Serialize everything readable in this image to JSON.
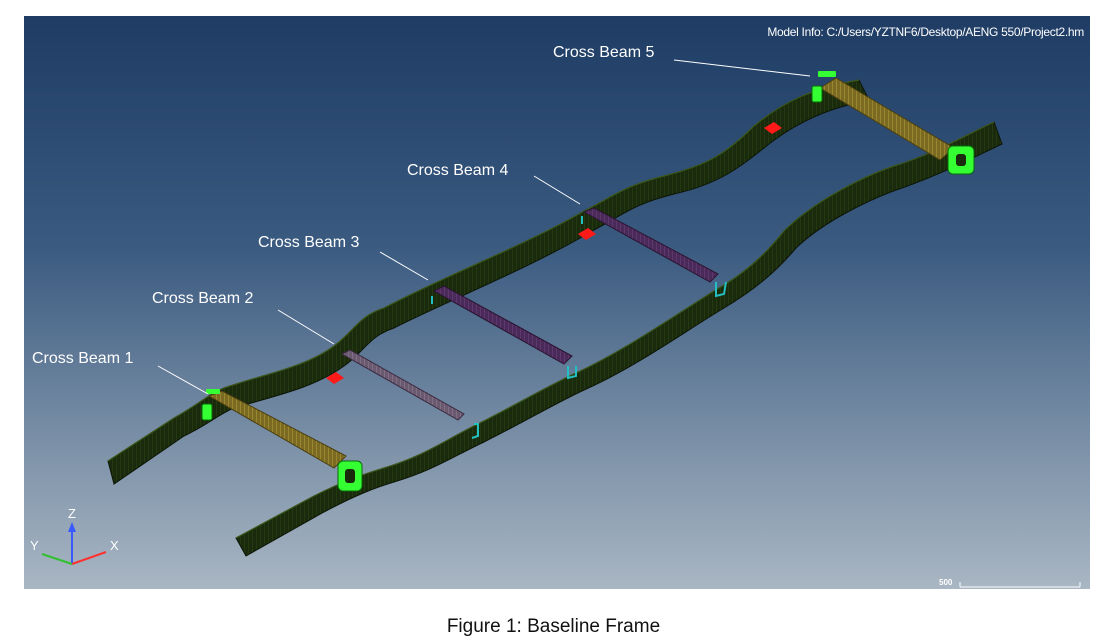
{
  "viewport": {
    "model_info": "Model Info: C:/Users/YZTNF6/Desktop/AENG 550/Project2.hm",
    "scale_label": "500",
    "axes": {
      "x": "X",
      "y": "Y",
      "z": "Z"
    }
  },
  "callouts": [
    {
      "label": "Cross Beam 1"
    },
    {
      "label": "Cross Beam 2"
    },
    {
      "label": "Cross Beam 3"
    },
    {
      "label": "Cross Beam 4"
    },
    {
      "label": "Cross Beam 5"
    }
  ],
  "caption": "Figure 1: Baseline Frame",
  "colors": {
    "rail": "#1a2a0c",
    "beam_outer": "#8a7a2a",
    "beam_middle": "#6e5a78",
    "beam_center": "#5a3a68",
    "bracket": "#33ff33",
    "marker": "#ff1a1a",
    "clip": "#22c0c0"
  }
}
